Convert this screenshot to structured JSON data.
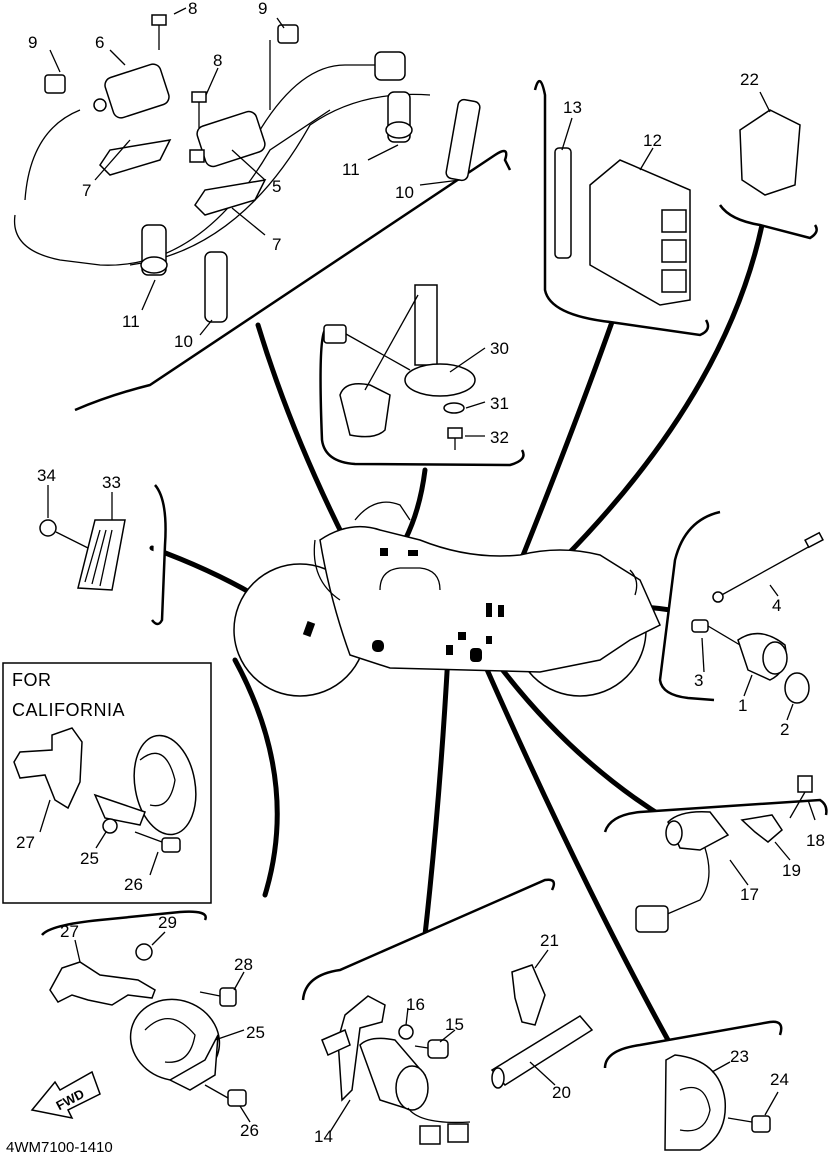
{
  "callouts": {
    "c8a": "8",
    "c9a": "9",
    "c9b": "9",
    "c6": "6",
    "c8b": "8",
    "c7a": "7",
    "c5": "5",
    "c7b": "7",
    "c11a": "11",
    "c10a": "10",
    "c11b": "11",
    "c10b": "10",
    "c13": "13",
    "c12": "12",
    "c22": "22",
    "c30": "30",
    "c31": "31",
    "c32": "32",
    "c34": "34",
    "c33": "33",
    "c4": "4",
    "c3": "3",
    "c1": "1",
    "c2": "2",
    "c27a": "27",
    "c25a": "25",
    "c26a": "26",
    "c18": "18",
    "c19": "19",
    "c17": "17",
    "c29": "29",
    "c27b": "27",
    "c28": "28",
    "c25b": "25",
    "c26b": "26",
    "c21": "21",
    "c16": "16",
    "c15": "15",
    "c20": "20",
    "c14": "14",
    "c23": "23",
    "c24": "24"
  },
  "california_box": {
    "line1": "FOR",
    "line2": "CALIFORNIA"
  },
  "fwd_label": "FWD",
  "diagram_code": "4WM7100-1410"
}
